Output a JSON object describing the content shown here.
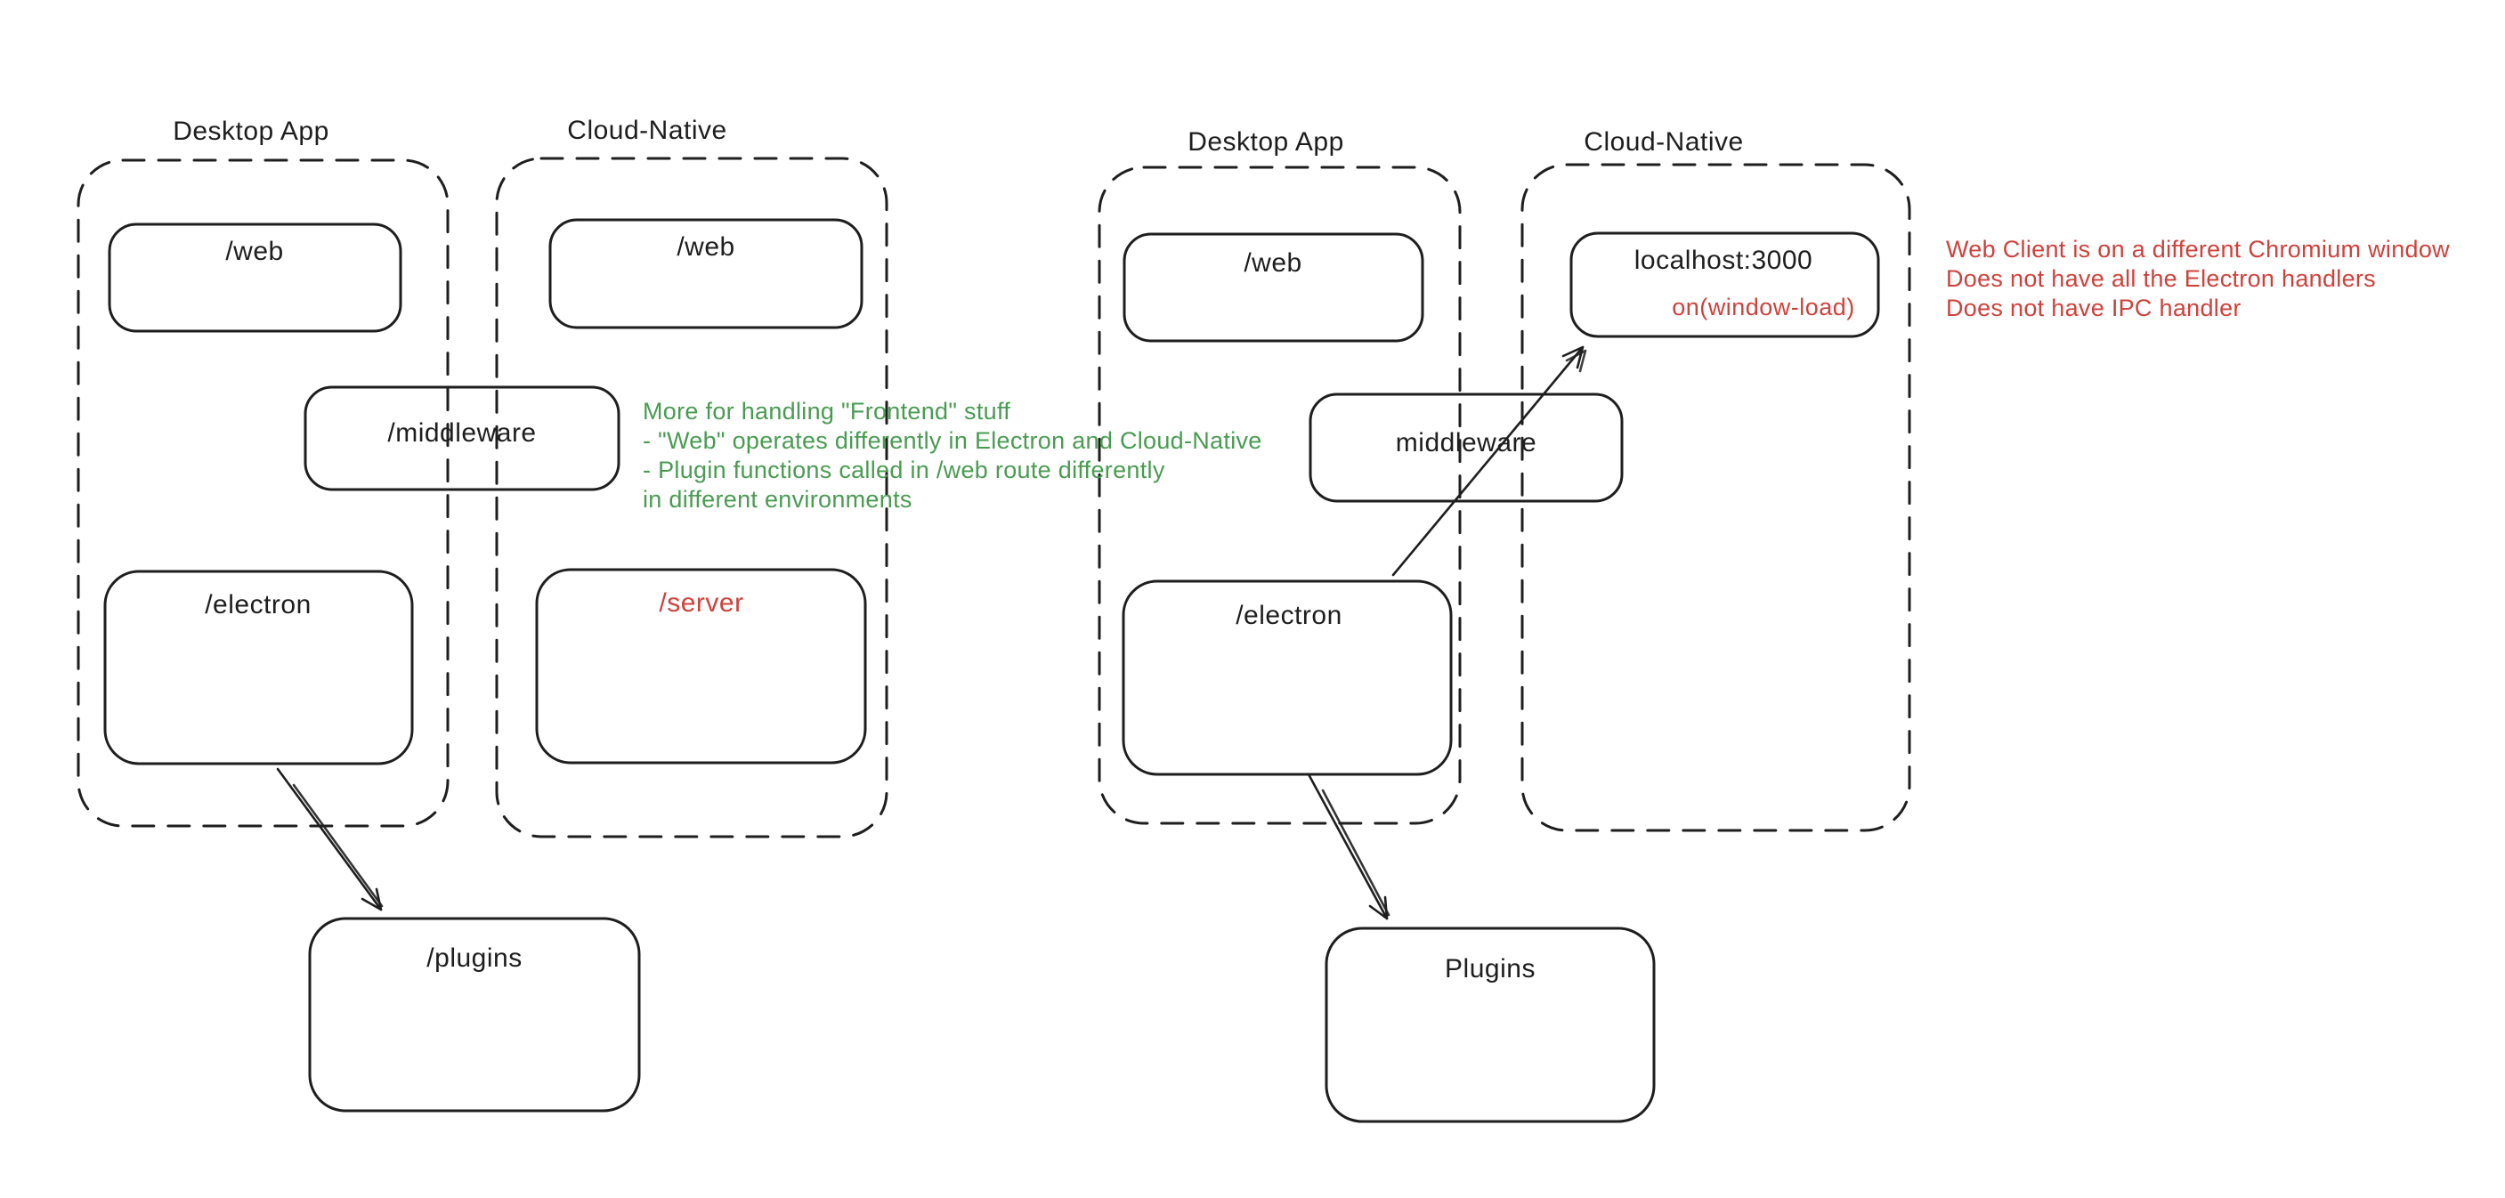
{
  "colors": {
    "stroke": "#1e1e1e",
    "green": "#4a9b52",
    "red": "#cd423c",
    "background": "#ffffff"
  },
  "left_diagram": {
    "desktop_app_label": "Desktop App",
    "cloud_native_label": "Cloud-Native",
    "web_desktop": "/web",
    "web_cloud": "/web",
    "middleware": "/middleware",
    "electron": "/electron",
    "server": "/server",
    "plugins": "/plugins"
  },
  "right_diagram": {
    "desktop_app_label": "Desktop App",
    "cloud_native_label": "Cloud-Native",
    "web": "/web",
    "localhost": "localhost:3000",
    "window_load": "on(window-load)",
    "middleware": "middleware",
    "electron": "/electron",
    "plugins": "Plugins"
  },
  "annotations": {
    "green_note": {
      "lines": [
        "More for handling \"Frontend\" stuff",
        "- \"Web\" operates differently in Electron and Cloud-Native",
        "- Plugin functions called in /web route differently",
        "in different environments"
      ]
    },
    "red_note": {
      "lines": [
        "Web Client is on a different Chromium window",
        "Does not have all the Electron handlers",
        "Does not have IPC handler"
      ]
    }
  }
}
